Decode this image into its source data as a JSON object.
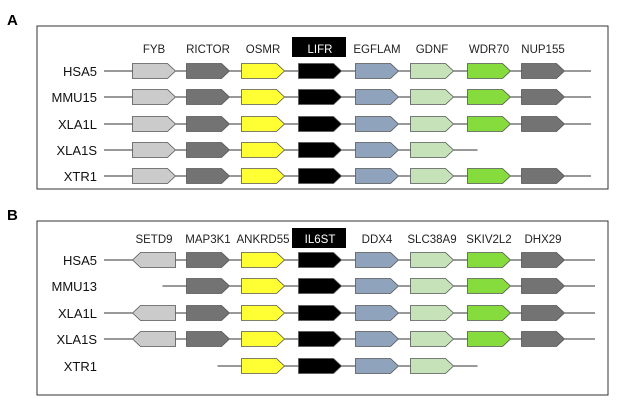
{
  "colors": {
    "grey_light": "#cbcbcb",
    "grey_dark": "#737373",
    "yellow": "#ffff33",
    "black": "#000000",
    "blue_grey": "#8fa3bc",
    "green_light": "#c6e2b9",
    "green": "#86dc3d",
    "frame": "#333333"
  },
  "panels": [
    {
      "letter": "A",
      "highlight_gene": "LIFR",
      "gene_columns": [
        {
          "name": "FYB",
          "color": "grey_light",
          "direction": "right"
        },
        {
          "name": "RICTOR",
          "color": "grey_dark",
          "direction": "right"
        },
        {
          "name": "OSMR",
          "color": "yellow",
          "direction": "right"
        },
        {
          "name": "LIFR",
          "color": "black",
          "direction": "right"
        },
        {
          "name": "EGFLAM",
          "color": "blue_grey",
          "direction": "right"
        },
        {
          "name": "GDNF",
          "color": "green_light",
          "direction": "right"
        },
        {
          "name": "WDR70",
          "color": "green",
          "direction": "right"
        },
        {
          "name": "NUP155",
          "color": "grey_dark",
          "direction": "right"
        }
      ],
      "species": [
        {
          "name": "HSA5",
          "genes_present": [
            1,
            1,
            1,
            1,
            1,
            1,
            1,
            1
          ],
          "line_from": 0,
          "line_to": 8
        },
        {
          "name": "MMU15",
          "genes_present": [
            1,
            1,
            1,
            1,
            1,
            1,
            1,
            1
          ],
          "line_from": 0,
          "line_to": 8
        },
        {
          "name": "XLA1L",
          "genes_present": [
            1,
            1,
            1,
            1,
            1,
            1,
            1,
            1
          ],
          "line_from": 0,
          "line_to": 8
        },
        {
          "name": "XLA1S",
          "genes_present": [
            1,
            1,
            1,
            1,
            1,
            1,
            0,
            0
          ],
          "line_from": 0,
          "line_to": 6
        },
        {
          "name": "XTR1",
          "genes_present": [
            1,
            1,
            1,
            1,
            1,
            1,
            1,
            1
          ],
          "line_from": 0,
          "line_to": 8
        }
      ]
    },
    {
      "letter": "B",
      "highlight_gene": "IL6ST",
      "gene_columns": [
        {
          "name": "SETD9",
          "color": "grey_light",
          "direction": "left"
        },
        {
          "name": "MAP3K1",
          "color": "grey_dark",
          "direction": "right"
        },
        {
          "name": "ANKRD55",
          "color": "yellow",
          "direction": "right"
        },
        {
          "name": "IL6ST",
          "color": "black",
          "direction": "right"
        },
        {
          "name": "DDX4",
          "color": "blue_grey",
          "direction": "right"
        },
        {
          "name": "SLC38A9",
          "color": "green_light",
          "direction": "right"
        },
        {
          "name": "SKIV2L2",
          "color": "green",
          "direction": "right"
        },
        {
          "name": "DHX29",
          "color": "grey_dark",
          "direction": "right"
        }
      ],
      "species": [
        {
          "name": "HSA5",
          "genes_present": [
            1,
            1,
            1,
            1,
            1,
            1,
            1,
            1
          ],
          "line_from": 0,
          "line_to": 8
        },
        {
          "name": "MMU13",
          "genes_present": [
            0,
            1,
            1,
            1,
            1,
            1,
            1,
            1
          ],
          "line_from": 1,
          "line_to": 8
        },
        {
          "name": "XLA1L",
          "genes_present": [
            1,
            1,
            1,
            1,
            1,
            1,
            1,
            1
          ],
          "line_from": 0,
          "line_to": 8
        },
        {
          "name": "XLA1S",
          "genes_present": [
            1,
            1,
            1,
            1,
            1,
            1,
            1,
            1
          ],
          "line_from": 0,
          "line_to": 8
        },
        {
          "name": "XTR1",
          "genes_present": [
            0,
            0,
            1,
            1,
            1,
            1,
            0,
            0
          ],
          "line_from": 2,
          "line_to": 6
        }
      ]
    }
  ]
}
